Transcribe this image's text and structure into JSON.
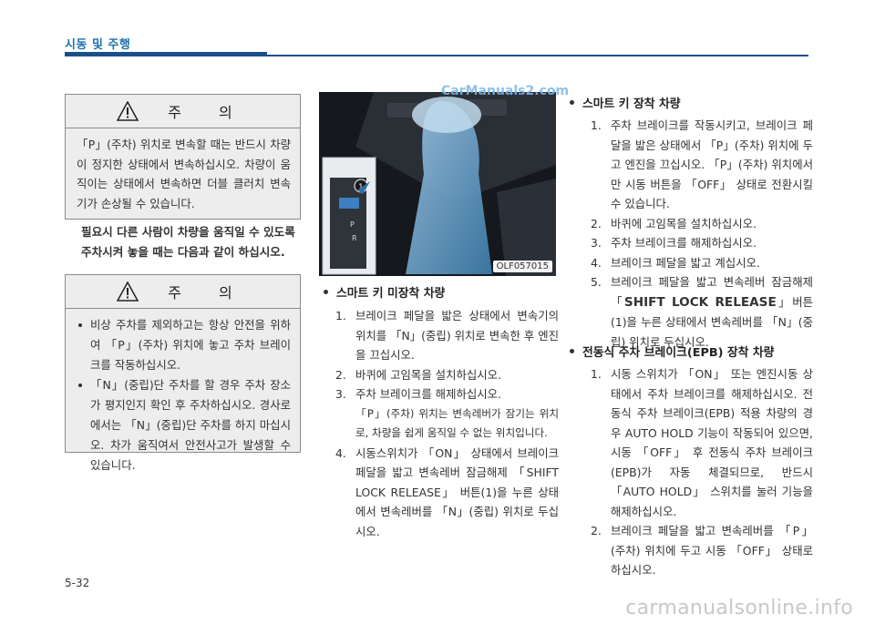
{
  "header": {
    "section_title": "시동 및 주행"
  },
  "caution1": {
    "title": "주 의",
    "text": "「P」(주차) 위치로 변속할 때는 반드시 차량이 정지한 상태에서 변속하십시오. 차량이 움직이는 상태에서 변속하면 더블 클러치 변속기가 손상될 수 있습니다."
  },
  "note": "필요시 다른 사람이 차량을 움직일 수 있도록 주차시켜 놓을 때는 다음과 같이 하십시오.",
  "caution2": {
    "title": "주 의",
    "items": [
      "비상 주차를 제외하고는 항상 안전을 위하여 「P」(주차) 위치에 놓고 주차 브레이크를 작동하십시오.",
      "「N」(중립)단 주차를 할 경우 주차 장소가 평지인지 확인 후 주차하십시오. 경사로에서는 「N」(중립)단 주차를 하지 마십시오. 차가 움직여서 안전사고가 발생할 수 있습니다."
    ]
  },
  "figure": {
    "code": "OLF057015",
    "callout": "1",
    "watermark": "CarManuals2.com",
    "icon": "gear-shift-photo"
  },
  "section_unlocked": {
    "heading": "스마트 키 미장착 차량",
    "steps": [
      {
        "num": "1.",
        "text": "브레이크 페달을 밟은 상태에서 변속기의 위치를 「N」(중립) 위치로 변속한 후 엔진을 끄십시오."
      },
      {
        "num": "2.",
        "text": "바퀴에 고임목을 설치하십시오."
      },
      {
        "num": "3.",
        "text": "주차 브레이크를 해제하십시오.",
        "note": "「P」(주차) 위치는 변속레버가 잠기는 위치로, 차량을 쉽게 움직일 수 없는 위치입니다."
      },
      {
        "num": "4.",
        "text": "시동스위치가 「ON」 상태에서 브레이크 페달을 밟고 변속레버 잠금해제 「SHIFT LOCK RELEASE」 버튼(1)을 누른 상태에서 변속레버를 「N」(중립) 위치로 두십시오."
      }
    ]
  },
  "section_smartkey": {
    "heading": "스마트 키 장착 차량",
    "steps": [
      {
        "num": "1.",
        "text": "주차 브레이크를 작동시키고, 브레이크 페달을 밟은 상태에서 「P」(주차) 위치에 두고 엔진을 끄십시오. 「P」(주차) 위치에서만 시동 버튼을 「OFF」 상태로 전환시킬 수 있습니다."
      },
      {
        "num": "2.",
        "text": "바퀴에 고임목을 설치하십시오."
      },
      {
        "num": "3.",
        "text": "주차 브레이크를 해제하십시오."
      },
      {
        "num": "4.",
        "text": "브레이크 페달을 밟고 계십시오."
      },
      {
        "num": "5.",
        "text_pre": "브레이크 페달을 밟고 변속레버 잠금해제 「",
        "text_bold": "SHIFT LOCK RELEASE",
        "text_post": "」버튼(1)을 누른 상태에서 변속레버를 「N」(중립) 위치로 두십시오."
      }
    ]
  },
  "section_epb": {
    "heading": "전동식 주차 브레이크(EPB) 장착 차량",
    "steps": [
      {
        "num": "1.",
        "text": "시동 스위치가 「ON」 또는 엔진시동 상태에서 주차 브레이크를 해제하십시오. 전동식 주차 브레이크(EPB) 적용 차량의 경우 AUTO HOLD 기능이 작동되어 있으면, 시동 「OFF」 후 전동식 주차 브레이크(EPB)가 자동 체결되므로, 반드시 「AUTO HOLD」 스위치를 눌러 기능을 해제하십시오."
      },
      {
        "num": "2.",
        "text": "브레이크 페달을 밟고 변속레버를 「P」(주차) 위치에 두고 시동 「OFF」 상태로 하십시오."
      }
    ]
  },
  "page_number": "5-32",
  "footer_watermark": "carmanualsonline.info",
  "colors": {
    "accent": "#1b4f8c",
    "title": "#1e6fb0",
    "box_bg": "#ededed"
  }
}
